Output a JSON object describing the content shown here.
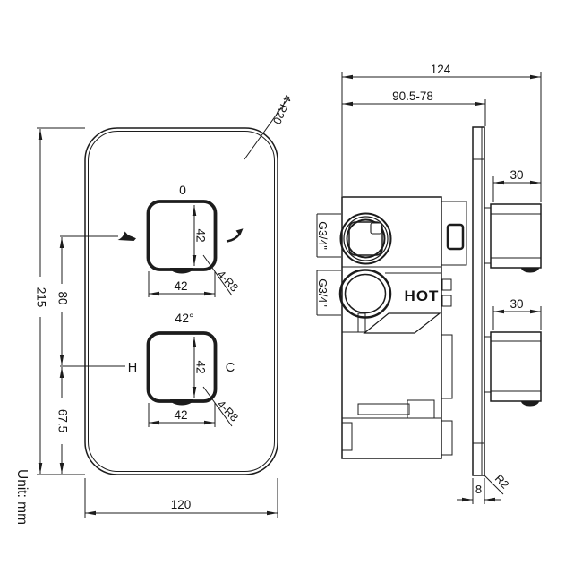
{
  "unit_note": "Unit: mm",
  "front_view": {
    "dims": {
      "height": "215",
      "knob_spacing": "80",
      "bottom_offset": "67.5",
      "width": "120",
      "corner_radius": "4-R20"
    },
    "top_knob": {
      "label_above": "0",
      "dim_height": "42",
      "dim_width": "42",
      "corner_radius": "4-R8"
    },
    "bottom_knob": {
      "label_above": "42°",
      "label_hot": "H",
      "label_cold": "C",
      "dim_height": "42",
      "dim_width": "42",
      "corner_radius": "4-R8"
    }
  },
  "side_view": {
    "dims": {
      "depth": "124",
      "install_range": "90.5-78",
      "top_knob_depth": "30",
      "bottom_knob_depth": "30",
      "plate_thickness": "8",
      "corner_radius": "R2"
    },
    "labels": {
      "top_port": "G3/4\"",
      "bottom_port": "G3/4\"",
      "hot": "HOT"
    }
  },
  "colors": {
    "line": "#1c1c1c",
    "background": "#ffffff"
  }
}
